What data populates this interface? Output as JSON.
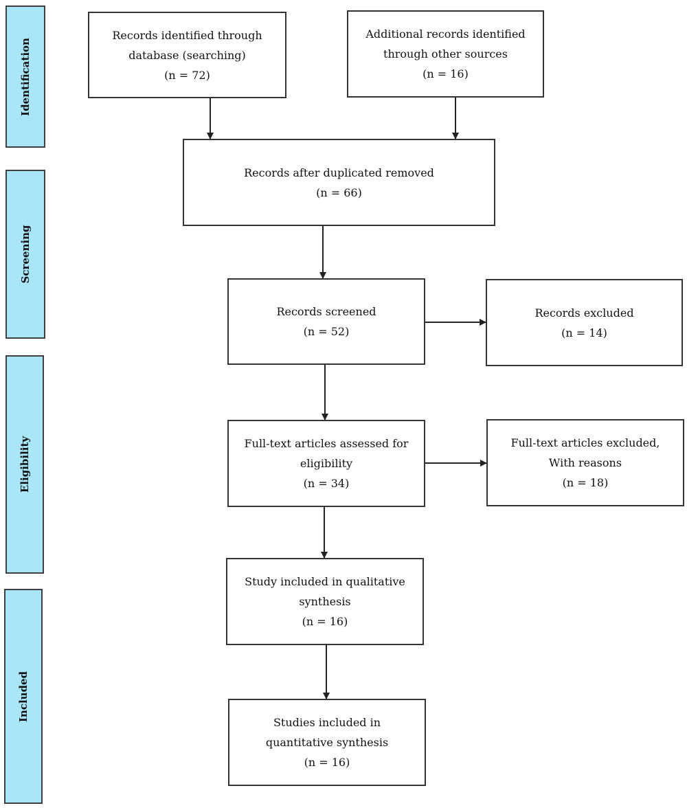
{
  "stages": {
    "identification": "Identification",
    "screening": "Screening",
    "eligibility": "Eligibility",
    "included": "Included"
  },
  "boxes": {
    "database_records": {
      "line1": "Records identified through",
      "line2": "database (searching)",
      "count": "(n = 72)"
    },
    "other_records": {
      "line1": "Additional records identified",
      "line2": "through other sources",
      "count": "(n = 16)"
    },
    "after_duplicates": {
      "line1": "Records after duplicated removed",
      "count": "(n = 66)"
    },
    "screened": {
      "line1": "Records screened",
      "count": "(n = 52)"
    },
    "excluded": {
      "line1": "Records excluded",
      "count": "(n = 14)"
    },
    "fulltext_assessed": {
      "line1": "Full-text articles assessed for",
      "line2": "eligibility",
      "count": "(n = 34)"
    },
    "fulltext_excluded": {
      "line1": "Full-text articles excluded,",
      "line2": "With reasons",
      "count": "(n = 18)"
    },
    "qualitative": {
      "line1": "Study included in qualitative",
      "line2": "synthesis",
      "count": "(n = 16)"
    },
    "quantitative": {
      "line1": "Studies included in",
      "line2": "quantitative synthesis",
      "count": "(n = 16)"
    }
  },
  "colors": {
    "stage_fill": "#a9e6f7",
    "stage_border": "#3f3f3f",
    "box_border": "#333333",
    "arrow": "#222222"
  }
}
